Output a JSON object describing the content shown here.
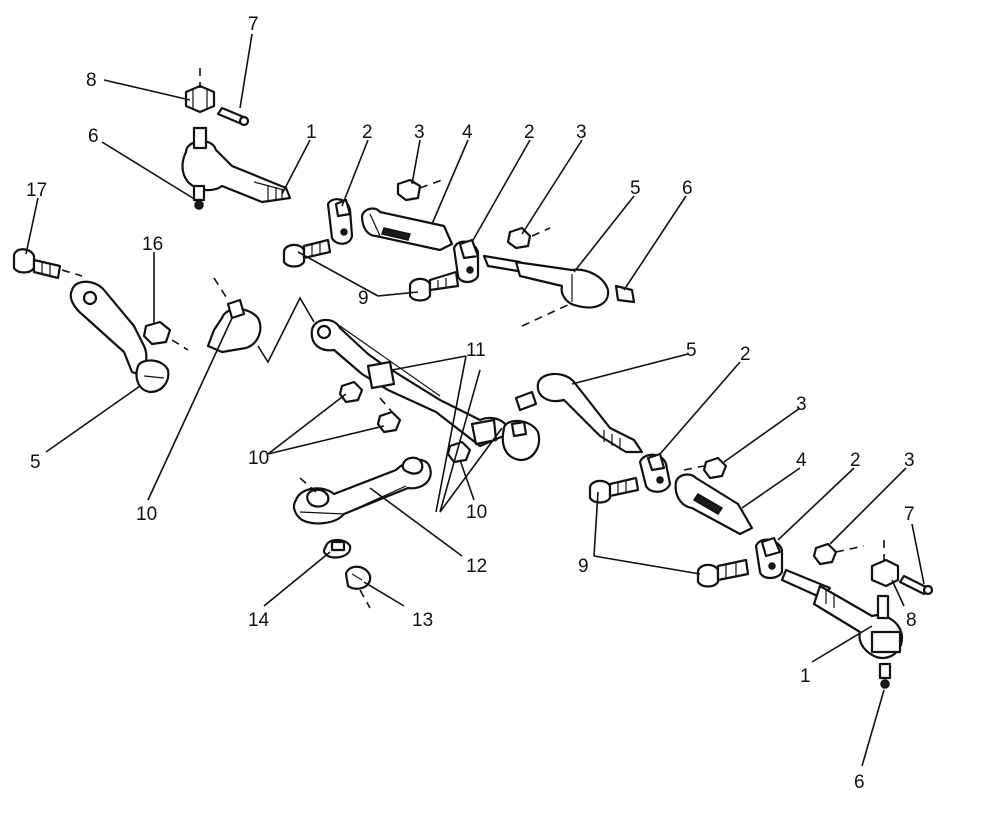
{
  "diagram": {
    "callouts": [
      {
        "id": "c01",
        "text": "7"
      },
      {
        "id": "c02",
        "text": "8"
      },
      {
        "id": "c03",
        "text": "6"
      },
      {
        "id": "c04",
        "text": "1"
      },
      {
        "id": "c05",
        "text": "2"
      },
      {
        "id": "c06",
        "text": "3"
      },
      {
        "id": "c07",
        "text": "4"
      },
      {
        "id": "c08",
        "text": "2"
      },
      {
        "id": "c09",
        "text": "3"
      },
      {
        "id": "c10",
        "text": "5"
      },
      {
        "id": "c11",
        "text": "6"
      },
      {
        "id": "c12",
        "text": "17"
      },
      {
        "id": "c13",
        "text": "16"
      },
      {
        "id": "c14",
        "text": "9"
      },
      {
        "id": "c15",
        "text": "5"
      },
      {
        "id": "c16",
        "text": "10"
      },
      {
        "id": "c17",
        "text": "11"
      },
      {
        "id": "c18",
        "text": "5"
      },
      {
        "id": "c19",
        "text": "2"
      },
      {
        "id": "c20",
        "text": "3"
      },
      {
        "id": "c21",
        "text": "10"
      },
      {
        "id": "c22",
        "text": "10"
      },
      {
        "id": "c23",
        "text": "4"
      },
      {
        "id": "c24",
        "text": "2"
      },
      {
        "id": "c25",
        "text": "3"
      },
      {
        "id": "c26",
        "text": "12"
      },
      {
        "id": "c27",
        "text": "7"
      },
      {
        "id": "c28",
        "text": "9"
      },
      {
        "id": "c29",
        "text": "8"
      },
      {
        "id": "c30",
        "text": "14"
      },
      {
        "id": "c31",
        "text": "13"
      },
      {
        "id": "c32",
        "text": "1"
      },
      {
        "id": "c33",
        "text": "6"
      }
    ]
  }
}
